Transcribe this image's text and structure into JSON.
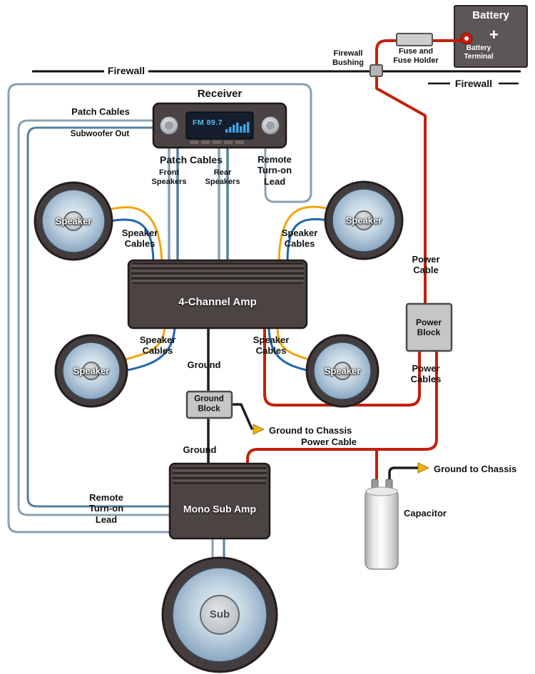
{
  "colors": {
    "power_wire": "#c41f0c",
    "remote_wire": "#88a1b1",
    "patch_wire_dark": "#55809c",
    "speaker_wire_yellow": "#f0a50a",
    "speaker_wire_blue": "#1f66ad",
    "ground_wire": "#1c1c1c",
    "chassis_lug": "#f0b011",
    "display_text": "#56bdf2"
  },
  "diagram": {
    "firewall_left": "Firewall",
    "firewall_right": "Firewall",
    "battery": {
      "title": "Battery",
      "plus": "+",
      "terminal": "Battery\nTerminal"
    },
    "fuse_holder": "Fuse and\nFuse Holder",
    "firewall_bushing": "Firewall\nBushing",
    "receiver": {
      "title": "Receiver",
      "display": "FM 89.7"
    },
    "patch_left": {
      "title": "Patch Cables",
      "subtitle": "Subwoofer Out"
    },
    "patch_center": {
      "title": "Patch Cables",
      "front": "Front\nSpeakers",
      "rear": "Rear\nSpeakers"
    },
    "remote_lead_top": "Remote\nTurn-on\nLead",
    "remote_lead_bottom": "Remote\nTurn-on\nLead",
    "speakers": {
      "front_left": "Speaker",
      "front_right": "Speaker",
      "rear_left": "Speaker",
      "rear_right": "Speaker",
      "sub": "Sub"
    },
    "speaker_cables": {
      "front_left": "Speaker\nCables",
      "front_right": "Speaker\nCables",
      "rear_left": "Speaker\nCables",
      "rear_right": "Speaker\nCables"
    },
    "amp_4channel": "4-Channel Amp",
    "amp_mono": "Mono Sub Amp",
    "power_cable_right": "Power\nCable",
    "power_block": "Power\nBlock",
    "power_cables": "Power\nCables",
    "ground_top": "Ground",
    "ground_block": "Ground\nBlock",
    "ground_bottom": "Ground",
    "ground_to_chassis_1": "Ground to Chassis",
    "ground_to_chassis_2": "Ground to Chassis",
    "power_cable_bottom": "Power Cable",
    "capacitor": "Capacitor"
  }
}
